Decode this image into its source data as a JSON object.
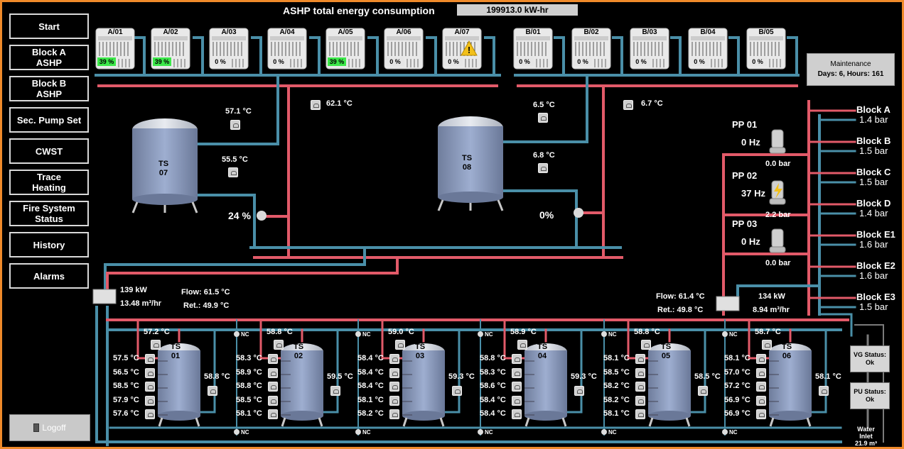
{
  "nav": {
    "start": "Start",
    "block_a": "Block A\nASHP",
    "block_b": "Block B\nASHP",
    "sec_pump": "Sec. Pump Set",
    "cwst": "CWST",
    "trace": "Trace\nHeating",
    "fire": "Fire System\nStatus",
    "history": "History",
    "alarms": "Alarms",
    "logoff": "Logoff"
  },
  "header": {
    "title": "ASHP total energy consumption",
    "value": "199913.0 kW-hr"
  },
  "units": [
    {
      "name": "A/01",
      "pct": "39 %",
      "on": true
    },
    {
      "name": "A/02",
      "pct": "39 %",
      "on": true
    },
    {
      "name": "A/03",
      "pct": "0 %",
      "on": false
    },
    {
      "name": "A/04",
      "pct": "0 %",
      "on": false
    },
    {
      "name": "A/05",
      "pct": "39 %",
      "on": true
    },
    {
      "name": "A/06",
      "pct": "0 %",
      "on": false
    },
    {
      "name": "A/07",
      "pct": "0 %",
      "on": false,
      "alarm": true
    },
    {
      "name": "B/01",
      "pct": "0 %",
      "on": false
    },
    {
      "name": "B/02",
      "pct": "0 %",
      "on": false
    },
    {
      "name": "B/03",
      "pct": "0 %",
      "on": false
    },
    {
      "name": "B/04",
      "pct": "0 %",
      "on": false
    },
    {
      "name": "B/05",
      "pct": "0 %",
      "on": false
    }
  ],
  "maintenance": {
    "title": "Maintenance",
    "value": "Days: 6, Hours: 161"
  },
  "upper": {
    "ts07": "TS\n07",
    "ts08": "TS\n08",
    "t_a_header": "62.1 °C",
    "t_b_header": "6.7 °C",
    "t07_top": "57.1 °C",
    "t07_bot": "55.5 °C",
    "t08_top": "6.5 °C",
    "t08_bot": "6.8 °C",
    "valve07": "24 %",
    "valve08": "0%"
  },
  "pumps": [
    {
      "name": "PP 01",
      "hz": "0 Hz",
      "bar": "0.0 bar"
    },
    {
      "name": "PP 02",
      "hz": "37 Hz",
      "bar": "2.2 bar"
    },
    {
      "name": "PP 03",
      "hz": "0 Hz",
      "bar": "0.0 bar"
    }
  ],
  "blocks": [
    {
      "name": "Block A",
      "bar": "1.4 bar"
    },
    {
      "name": "Block B",
      "bar": "1.5 bar"
    },
    {
      "name": "Block C",
      "bar": "1.5 bar"
    },
    {
      "name": "Block D",
      "bar": "1.4 bar"
    },
    {
      "name": "Block E1",
      "bar": "1.6 bar"
    },
    {
      "name": "Block E2",
      "bar": "1.6 bar"
    },
    {
      "name": "Block E3",
      "bar": "1.5 bar"
    }
  ],
  "meters": {
    "left": {
      "kw": "139 kW",
      "flow_rate": "13.48 m³/hr",
      "flow_label": "Flow:",
      "flow_t": "61.5 °C",
      "ret_label": "Ret.:",
      "ret_t": "49.9 °C"
    },
    "right": {
      "kw": "134 kW",
      "flow_rate": "8.94 m³/hr",
      "flow_label": "Flow:",
      "flow_t": "61.4 °C",
      "ret_label": "Ret.:",
      "ret_t": "49.8 °C"
    }
  },
  "status": {
    "vg": "VG Status:\nOk",
    "pu": "PU Status:\nOk",
    "inlet": "Water\nInlet\n21.9 m³"
  },
  "nc_label": "NC",
  "lower_tanks": [
    {
      "name": "TS\n01",
      "top": "57.2 °C",
      "side": "58.8 °C",
      "temps": [
        "57.5 °C",
        "56.5 °C",
        "58.5 °C",
        "57.9 °C",
        "57.6 °C"
      ]
    },
    {
      "name": "TS\n02",
      "top": "58.8 °C",
      "side": "59.5 °C",
      "temps": [
        "58.3 °C",
        "58.9 °C",
        "58.8 °C",
        "58.5 °C",
        "58.1 °C"
      ]
    },
    {
      "name": "TS\n03",
      "top": "59.0 °C",
      "side": "59.3 °C",
      "temps": [
        "58.4 °C",
        "58.4 °C",
        "58.4 °C",
        "58.1 °C",
        "58.2 °C"
      ]
    },
    {
      "name": "TS\n04",
      "top": "58.9 °C",
      "side": "59.3 °C",
      "temps": [
        "58.8 °C",
        "58.3 °C",
        "58.6 °C",
        "58.4 °C",
        "58.4 °C"
      ]
    },
    {
      "name": "TS\n05",
      "top": "58.8 °C",
      "side": "58.5 °C",
      "temps": [
        "58.1 °C",
        "58.5 °C",
        "58.2 °C",
        "58.2 °C",
        "58.1 °C"
      ]
    },
    {
      "name": "TS\n06",
      "top": "58.7 °C",
      "side": "58.1 °C",
      "temps": [
        "58.1 °C",
        "57.0 °C",
        "57.2 °C",
        "56.9 °C",
        "56.9 °C"
      ]
    }
  ],
  "colors": {
    "hot": "#e25a69",
    "cold": "#4a8fa8",
    "frame": "#ef8a2a",
    "on": "#3ce84a"
  }
}
